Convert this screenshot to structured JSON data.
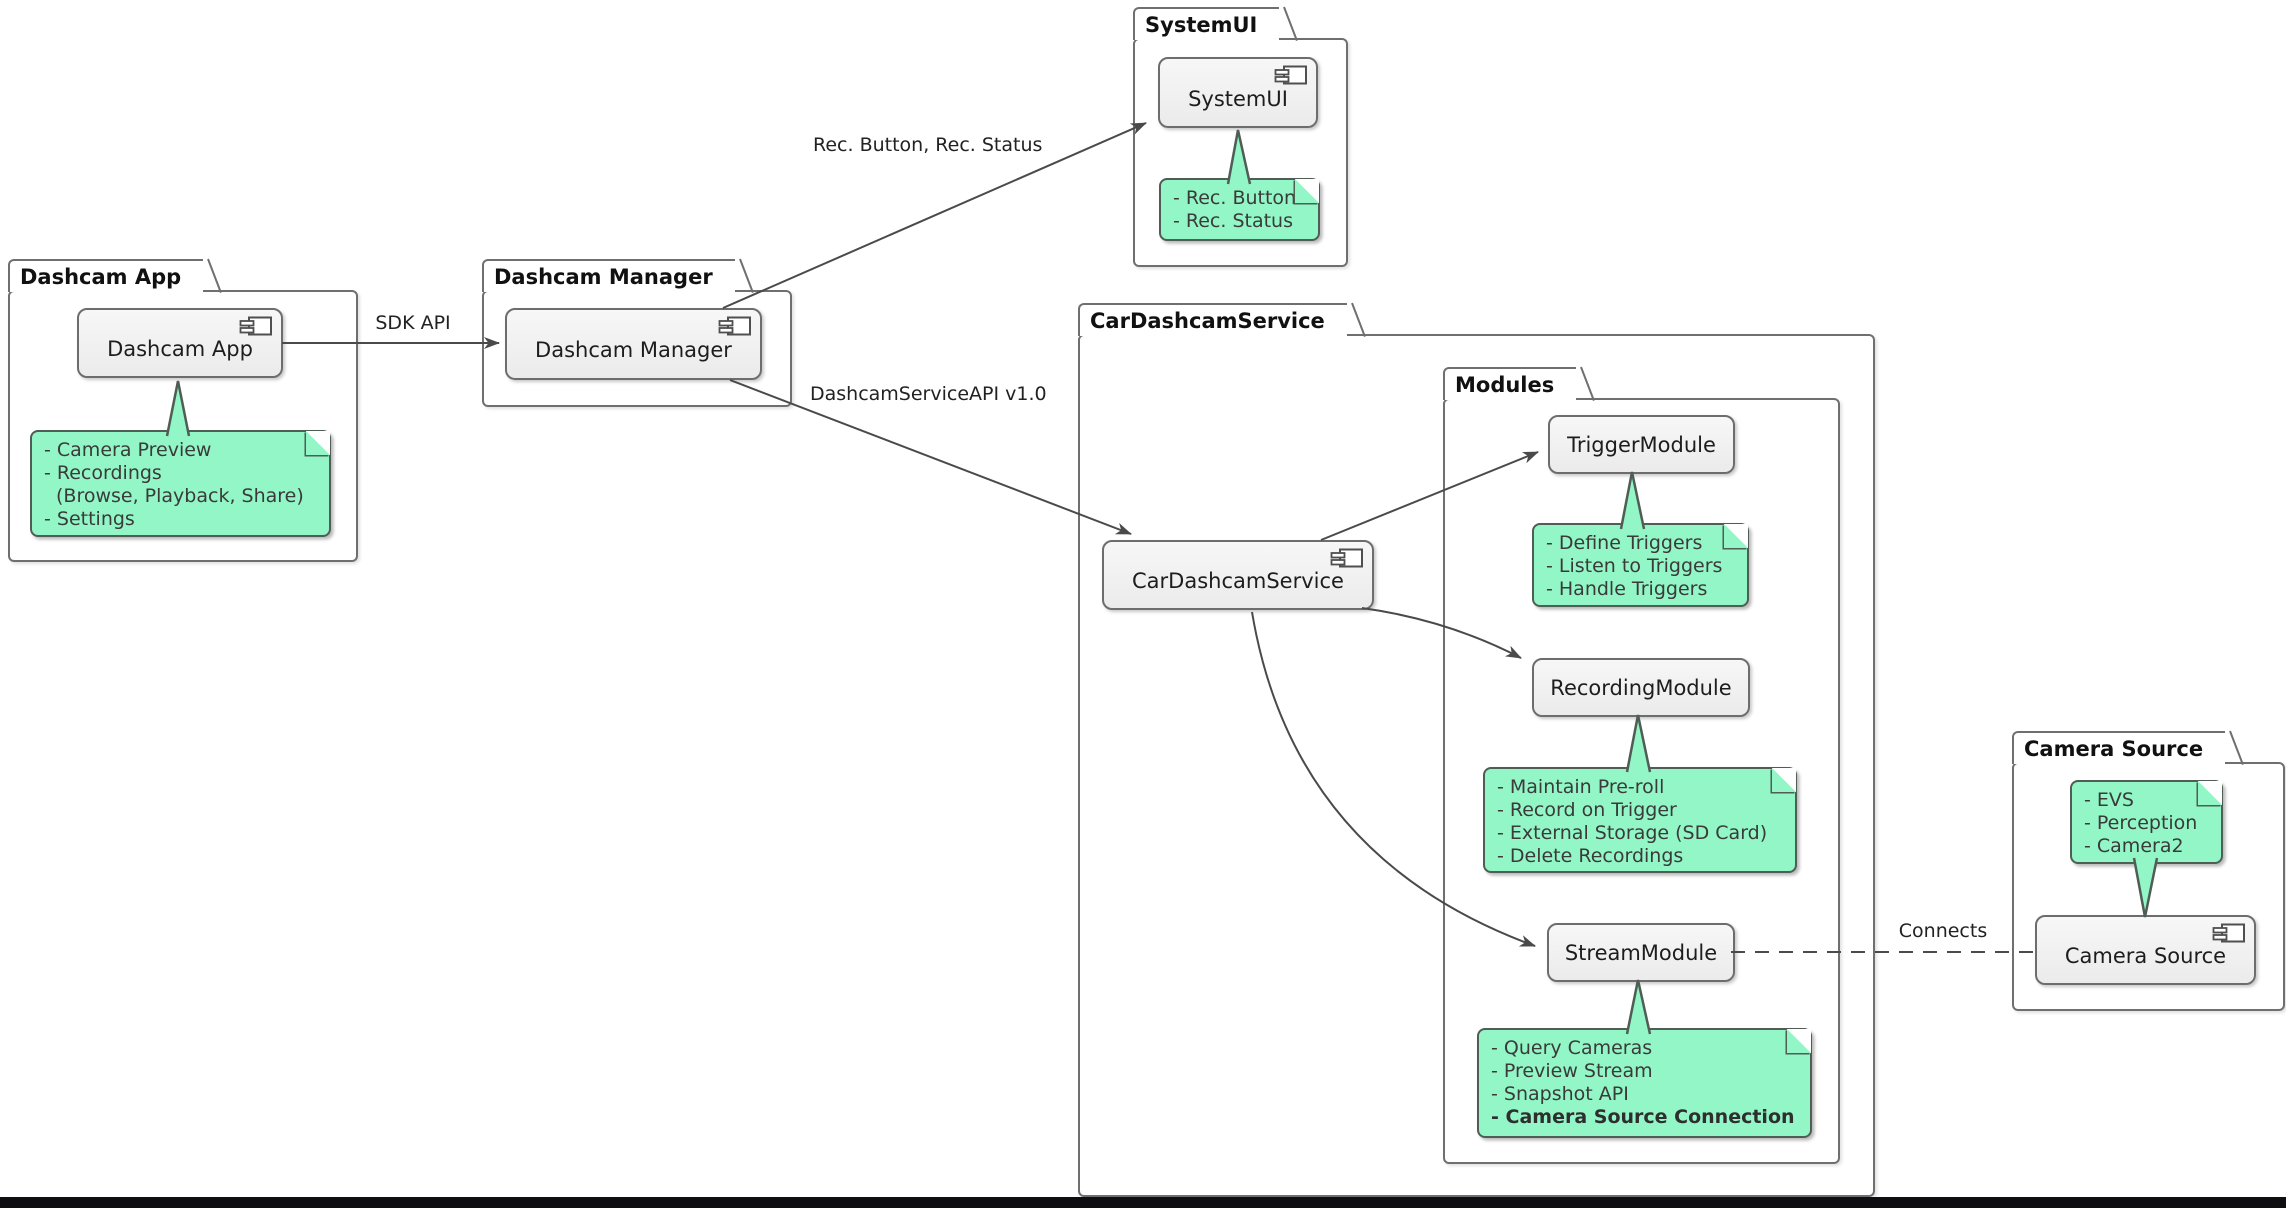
{
  "packages": {
    "dashcam_app": {
      "title": "Dashcam App"
    },
    "dashcam_manager": {
      "title": "Dashcam Manager"
    },
    "systemui": {
      "title": "SystemUI"
    },
    "car_dashcam_service": {
      "title": "CarDashcamService"
    },
    "modules": {
      "title": "Modules"
    },
    "camera_source": {
      "title": "Camera Source"
    }
  },
  "components": {
    "dashcam_app": {
      "label": "Dashcam App"
    },
    "dashcam_manager": {
      "label": "Dashcam Manager"
    },
    "systemui": {
      "label": "SystemUI"
    },
    "car_dashcam_service": {
      "label": "CarDashcamService"
    },
    "trigger_module": {
      "label": "TriggerModule"
    },
    "recording_module": {
      "label": "RecordingModule"
    },
    "stream_module": {
      "label": "StreamModule"
    },
    "camera_source": {
      "label": "Camera Source"
    }
  },
  "notes": {
    "app": {
      "lines": [
        "- Camera Preview",
        "- Recordings",
        "(Browse, Playback, Share)",
        "- Settings"
      ]
    },
    "systemui": {
      "lines": [
        "- Rec. Button",
        "- Rec. Status"
      ]
    },
    "trigger": {
      "lines": [
        "- Define Triggers",
        "- Listen to Triggers",
        "- Handle Triggers"
      ]
    },
    "recording": {
      "lines": [
        "- Maintain Pre-roll",
        "- Record on Trigger",
        "- External Storage (SD Card)",
        "- Delete Recordings"
      ]
    },
    "stream": {
      "lines": [
        "- Query Cameras",
        "- Preview Stream",
        "- Snapshot API",
        "- Camera Source Connection"
      ]
    },
    "camera": {
      "lines": [
        "- EVS",
        "- Perception",
        "- Camera2"
      ]
    }
  },
  "edges": {
    "sdk_api": {
      "label": "SDK API"
    },
    "rec": {
      "label": "Rec. Button, Rec. Status"
    },
    "service_api": {
      "label": "DashcamServiceAPI v1.0"
    },
    "connects": {
      "label": "Connects"
    }
  },
  "colors": {
    "note_fill": "#92F6C6",
    "note_border": "#4F5D55",
    "component_fill": "#F1F1F1",
    "line": "#4A4A4A",
    "package_border": "#6F6F6F"
  }
}
